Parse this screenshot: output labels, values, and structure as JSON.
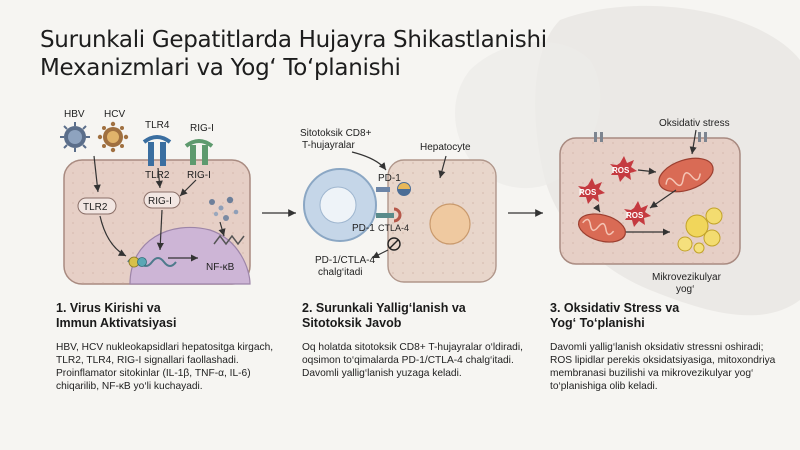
{
  "title": {
    "line1": "Surunkali Gepatitlarda Hujayra Shikastlanishi",
    "line2": "Mexanizmlari va Yog‘ To‘planishi"
  },
  "panel1": {
    "hbv": "HBV",
    "hcv": "HCV",
    "tlr4": "TLR4",
    "tlr2_top": "TLR2",
    "rig_top": "RIG-I",
    "rig_side": "RIG-I",
    "tlr2_box": "TLR2",
    "rig_box": "RIG-I",
    "nfkb": "NF-κB"
  },
  "panel2": {
    "tcell": "Sitotoksik CD8+ T-hujayralar",
    "hepatocyte": "Hepatocyte",
    "pd1_top": "PD-1",
    "pd1_mid": "PD-1",
    "ctla4": "CTLA-4",
    "block": "PD-1/CTLA-4 chalg‘itadi"
  },
  "panel3": {
    "oxstress": "Oksidativ stress",
    "ros1": "ROS",
    "ros2": "ROS",
    "ros3": "ROS",
    "micro": "Mikrovezikulyar yog‘"
  },
  "sections": [
    {
      "heading": "1. Virus Kirishi va Immun Aktivatsiyasi",
      "text": "HBV, HCV nukleokapsidlari hepatositga kirgach, TLR2, TLR4, RIG-I signallari faollashadi. Proinflamator sitokinlar (IL-1β, TNF-α, IL-6) chiqarilib, NF-κB yo‘li kuchayadi."
    },
    {
      "heading": "2. Surunkali Yallig‘lanish va Sitotoksik Javob",
      "text": "Oq holatda sitotoksik CD8+ T-hujayralar o‘ldiradi, oqsimon to‘qimalarda PD-1/CTLA-4 chalg‘itadi. Davomli yallig‘lanish yuzaga keladi."
    },
    {
      "heading": "3. Oksidativ Stress va Yog‘ To‘planishi",
      "text": "Davomli yallig‘lanish oksidativ stressni oshiradi; ROS lipidlar perekis oksidatsiyasiga, mitoxondriya membranasi buzilishi va mikrovezikulyar yog‘ to‘planishiga olib keladi."
    }
  ]
}
